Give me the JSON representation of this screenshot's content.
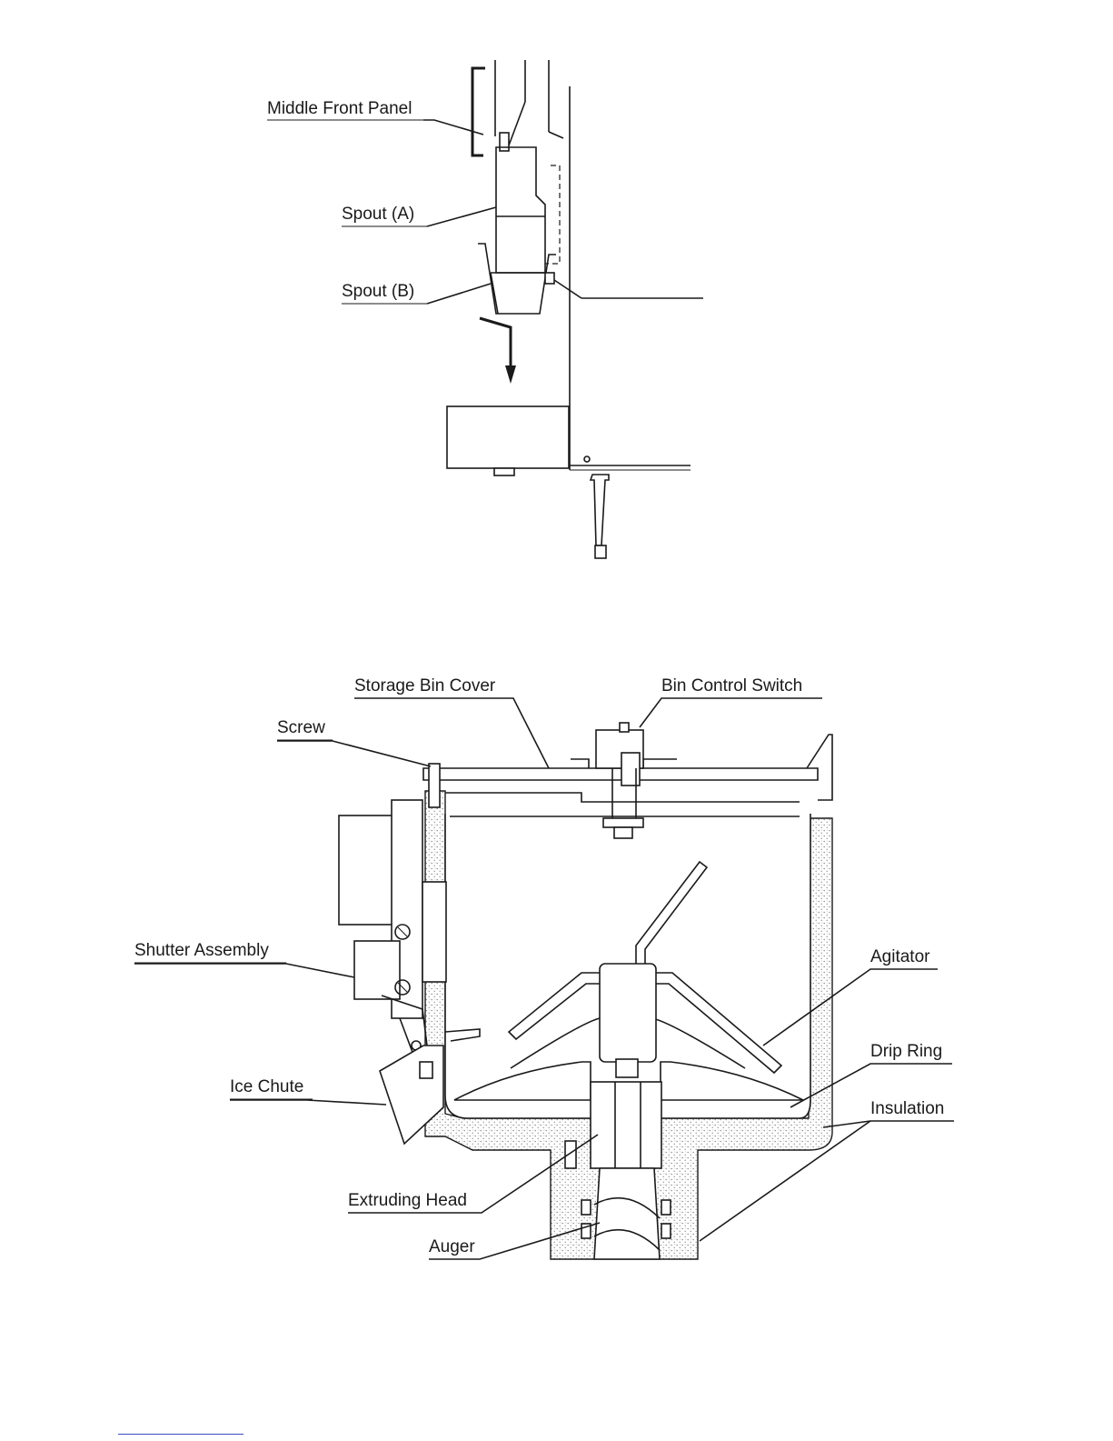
{
  "figure_top": {
    "labels": {
      "middle_front_panel": "Middle Front Panel",
      "spout_a": "Spout (A)",
      "spout_b": "Spout (B)"
    }
  },
  "figure_bottom": {
    "labels": {
      "storage_bin_cover": "Storage Bin Cover",
      "bin_control_switch": "Bin Control Switch",
      "screw": "Screw",
      "shutter_assembly": "Shutter Assembly",
      "agitator": "Agitator",
      "drip_ring": "Drip Ring",
      "ice_chute": "Ice Chute",
      "insulation": "Insulation",
      "extruding_head": "Extruding Head",
      "auger": "Auger"
    }
  },
  "colors": {
    "line": "#1a1a1a",
    "background": "#ffffff",
    "stipple": "#8a8a8a",
    "footer_rule": "#3b4cc0"
  }
}
